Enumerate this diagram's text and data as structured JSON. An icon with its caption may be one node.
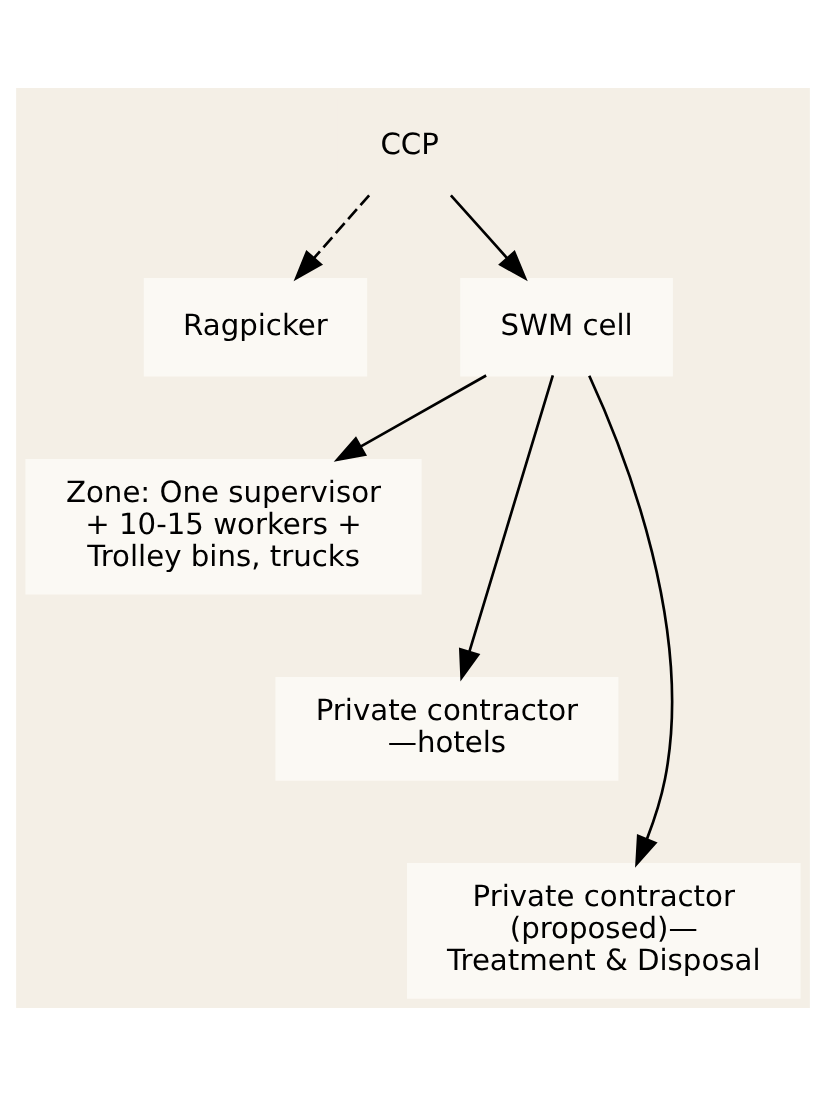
{
  "diagram": {
    "nodes": [
      {
        "text": [
          "CCP"
        ]
      },
      {
        "text": [
          "Ragpicker"
        ]
      },
      {
        "text": [
          "SWM cell"
        ]
      },
      {
        "text": [
          "Zone: One supervisor + 10-15 workers + Trolley bins, trucks"
        ]
      },
      {
        "text": [
          "Private contractor —hotels"
        ]
      },
      {
        "text": [
          "Private contractor (proposed)— Treatment & Disposal"
        ]
      }
    ],
    "edges": [
      {
        "from": 0,
        "to": 1,
        "arrow": "to",
        "style": "dashed"
      },
      {
        "from": 0,
        "to": 2,
        "arrow": "to"
      },
      {
        "from": 2,
        "to": 3,
        "arrow": "to"
      },
      {
        "from": 2,
        "to": 4,
        "arrow": "to"
      },
      {
        "from": 2,
        "to": 5,
        "arrow": "to"
      }
    ]
  }
}
